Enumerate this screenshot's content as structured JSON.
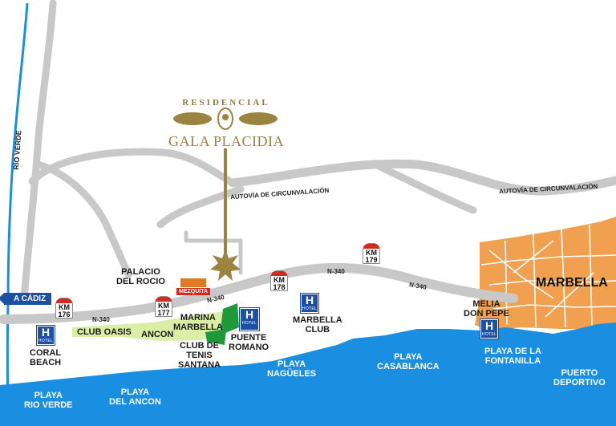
{
  "logo": {
    "top_text": "RESIDENCIAL",
    "bottom_text": "GALA PLACIDIA"
  },
  "roads": {
    "autovia_label": "AUTOVÍA DE CIRCUNVALACIÓN",
    "n340_label": "N-340"
  },
  "direction_sign": "A CÁDIZ",
  "river_label": "RÍO VERDE",
  "km_markers": [
    {
      "line1": "KM",
      "line2": "176"
    },
    {
      "line1": "KM",
      "line2": "177"
    },
    {
      "line1": "KM",
      "line2": "178"
    },
    {
      "line1": "KM",
      "line2": "179"
    }
  ],
  "hotels": {
    "letter": "H",
    "word": "HOTEL"
  },
  "places": {
    "palacio": "PALACIO\nDEL ROCIO",
    "mezquita": "MEZQUITA",
    "club_oasis": "CLUB OASIS",
    "ancon": "ANCON",
    "marina_marbella": "MARINA\nMARBELLA",
    "club_tenis": "CLUB DE\nTENIS\nSANTANA",
    "puente_romano": "PUENTE\nROMANO",
    "marbella_club": "MARBELLA\nCLUB",
    "melia": "MELIA\nDON PEPE",
    "coral_beach": "CORAL\nBEACH",
    "marbella_city": "MARBELLA"
  },
  "beaches": {
    "rio_verde": "PLAYA\nRIO VERDE",
    "ancon": "PLAYA\nDEL ANCON",
    "nagueles": "PLAYA\nNAGÜELES",
    "casablanca": "PLAYA\nCASABLANCA",
    "fontanilla": "PLAYA DE LA\nFONTANILLA",
    "puerto": "PUERTO\nDEPORTIVO"
  },
  "colors": {
    "sea": "#1a8ee0",
    "road": "#c8c8c8",
    "city": "#f0a04e",
    "green_light": "#d6ec9c",
    "green_dark": "#1f9a3a",
    "hotel": "#1d4fa3",
    "logo_gold": "#9a8440"
  }
}
